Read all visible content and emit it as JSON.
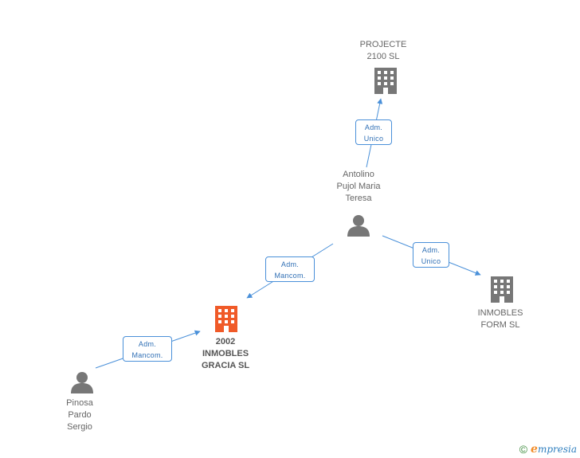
{
  "nodes": {
    "projecte": {
      "lines": [
        "PROJECTE",
        "2100 SL"
      ],
      "kind": "company"
    },
    "antolino": {
      "lines": [
        "Antolino",
        "Pujol Maria",
        "Teresa"
      ],
      "kind": "person"
    },
    "inmobles_form": {
      "lines": [
        "INMOBLES",
        "FORM SL"
      ],
      "kind": "company"
    },
    "inmobles_gracia": {
      "lines": [
        "2002",
        "INMOBLES",
        "GRACIA SL"
      ],
      "kind": "company-main"
    },
    "pinosa": {
      "lines": [
        "Pinosa",
        "Pardo",
        "Sergio"
      ],
      "kind": "person"
    }
  },
  "edges": {
    "antolino_projecte": {
      "lines": [
        "Adm.",
        "Unico"
      ]
    },
    "antolino_inmobles_form": {
      "lines": [
        "Adm.",
        "Unico"
      ]
    },
    "antolino_gracia": {
      "lines": [
        "Adm.",
        "Mancom."
      ]
    },
    "pinosa_gracia": {
      "lines": [
        "Adm.",
        "Mancom."
      ]
    }
  },
  "colors": {
    "edge": "#4a90d9",
    "icon": "#777777",
    "icon_main": "#f05a28"
  },
  "footer": {
    "copyright_symbol": "©",
    "brand_e": "e",
    "brand_rest": "mpresia"
  }
}
